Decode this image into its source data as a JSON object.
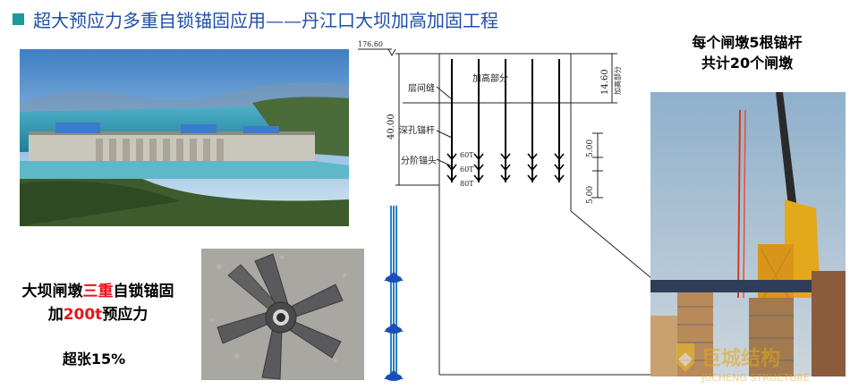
{
  "title": "超大预应力多重自锁锚固应用——丹江口大坝加高加固工程",
  "right_caption": {
    "line1": "每个闸墩5根锚杆",
    "line2": "共计20个闸墩"
  },
  "left_caption": {
    "l1_a": "大坝闸墩",
    "l1_red": "三重",
    "l1_b": "自锁锚固",
    "l2_a": "加",
    "l2_red": "200t",
    "l2_b": "预应力"
  },
  "tension_text": "超张15%",
  "diagram": {
    "elev_top": "176.60",
    "label_jiagao": "加高部分",
    "label_jiagao_side": "加高部分",
    "label_cengjian": "层间缝",
    "label_shenkong": "深孔锚杆",
    "label_fenjie": "分阶锚头",
    "dim_40": "40.00",
    "dim_14_60": "14.60",
    "dim_5_a": "5.00",
    "dim_5_b": "5.00",
    "t1": "60T",
    "t2": "60T",
    "t3": "80T"
  },
  "watermark": {
    "cn": "巨城结构",
    "en": "JUCHENG STRUCTURE"
  },
  "colors": {
    "title_blue": "#1f4fa8",
    "bullet_teal": "#1a9a9a",
    "emphasis_red": "#e8141c"
  }
}
